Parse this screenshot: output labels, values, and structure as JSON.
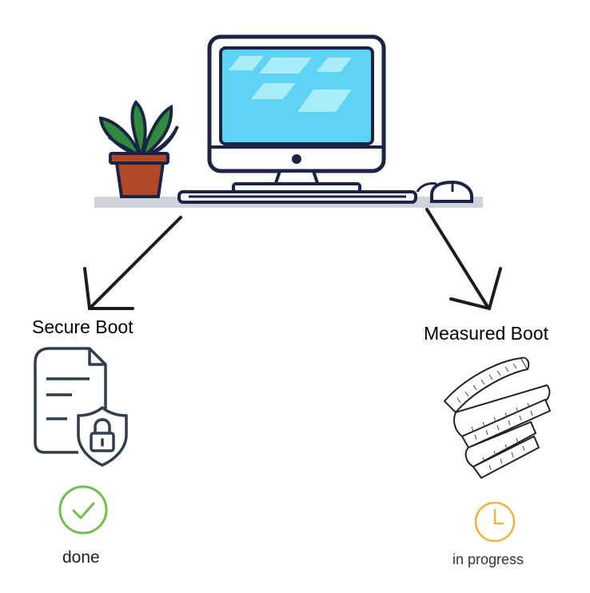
{
  "desk": {
    "computer_icon": "desktop-computer-icon",
    "plant_icon": "potted-plant-icon",
    "mouse_icon": "mouse-icon",
    "keyboard_icon": "keyboard-icon"
  },
  "left_branch": {
    "label": "Secure Boot",
    "icon": "secure-document-shield-icon",
    "status_icon": "checkmark-circle-icon",
    "status_text": "done",
    "status_color": "#6cc24a"
  },
  "right_branch": {
    "label": "Measured Boot",
    "icon": "measuring-tape-icon",
    "status_icon": "clock-icon",
    "status_text": "in progress",
    "status_color": "#f0b33a"
  },
  "colors": {
    "outline": "#1c2445",
    "screen": "#5fd3f3",
    "leaf": "#2e8b3e",
    "pot": "#b2472a",
    "desk": "#cfd2d8",
    "doc_stroke": "#2f3d4c"
  }
}
